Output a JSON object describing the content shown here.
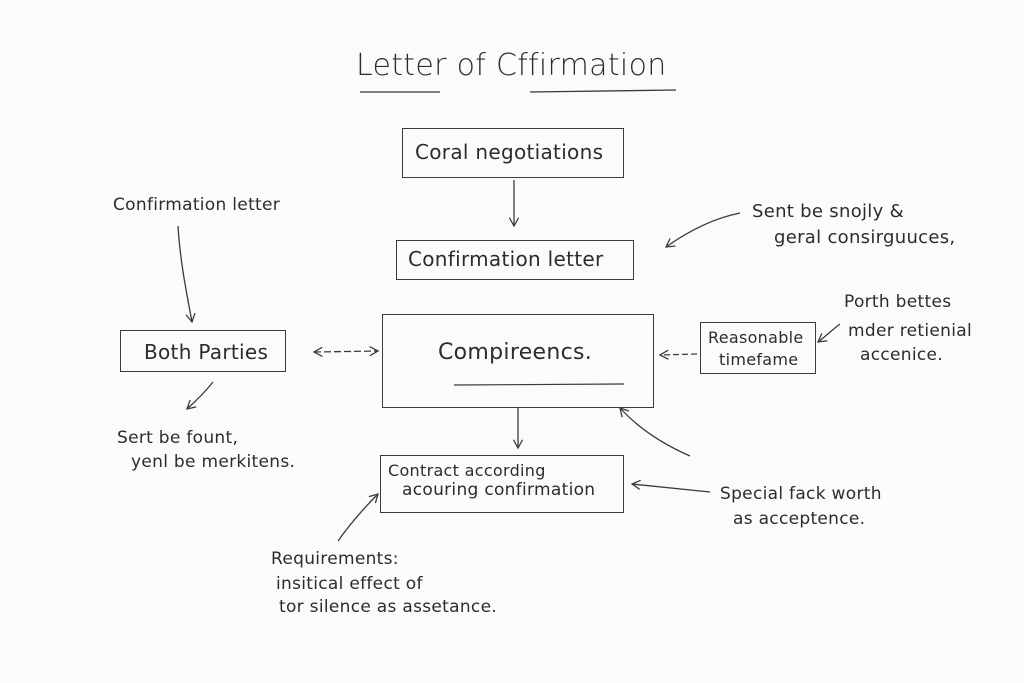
{
  "title": "Letter of Cffirmation",
  "boxes": {
    "coral": "Coral negotiations",
    "confirmation": "Confirmation letter",
    "both_parties": "Both Parties",
    "compireencs": "Compireencs.",
    "reasonable_line1": "Reasonable",
    "reasonable_line2": "timefame",
    "contract_line1": "Contract according",
    "contract_line2": "acouring confirmation"
  },
  "notes": {
    "confirmation_letter_left": "Confirmation letter",
    "sent_snoly_line1": "Sent be snojly &",
    "sent_snoly_line2": "geral consirguuces,",
    "porth_line1": "Porth bettes",
    "porth_line2": "mder retienial",
    "porth_line3": "accenice.",
    "sert_line1": "Sert be fount,",
    "sert_line2": "yenl be merkitens.",
    "special_line1": "Special fack worth",
    "special_line2": "as acceptence.",
    "req_line1": "Requirements:",
    "req_line2": "insitical effect of",
    "req_line3": "tor silence as assetance."
  },
  "colors": {
    "ink": "#2c2c2c",
    "paper": "#fbfbfa"
  }
}
